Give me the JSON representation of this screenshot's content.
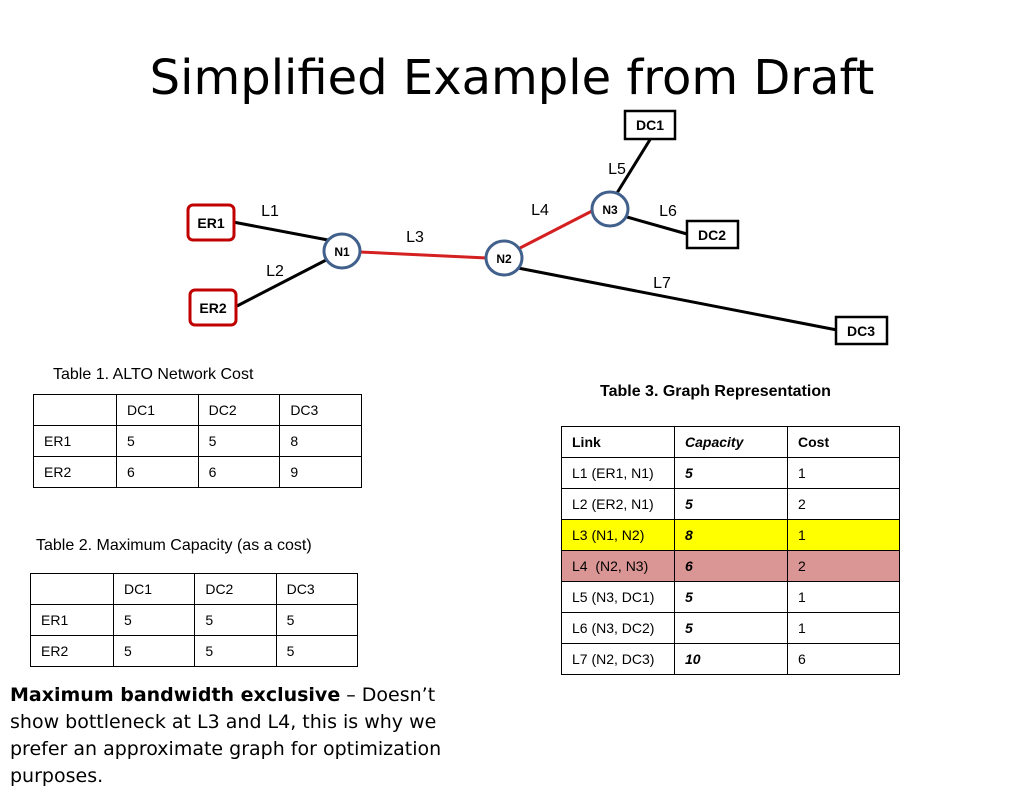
{
  "title": "Simplified Example from Draft",
  "diagram": {
    "nodes": [
      {
        "id": "er1",
        "label": "ER1",
        "kind": "endpoint"
      },
      {
        "id": "er2",
        "label": "ER2",
        "kind": "endpoint"
      },
      {
        "id": "n1",
        "label": "N1",
        "kind": "router"
      },
      {
        "id": "n2",
        "label": "N2",
        "kind": "router"
      },
      {
        "id": "n3",
        "label": "N3",
        "kind": "router"
      },
      {
        "id": "dc1",
        "label": "DC1",
        "kind": "datacenter"
      },
      {
        "id": "dc2",
        "label": "DC2",
        "kind": "datacenter"
      },
      {
        "id": "dc3",
        "label": "DC3",
        "kind": "datacenter"
      }
    ],
    "links": [
      {
        "label": "L1",
        "from": "er1",
        "to": "n1",
        "color": "#000000"
      },
      {
        "label": "L2",
        "from": "er2",
        "to": "n1",
        "color": "#000000"
      },
      {
        "label": "L3",
        "from": "n1",
        "to": "n2",
        "color": "#d42020"
      },
      {
        "label": "L4",
        "from": "n2",
        "to": "n3",
        "color": "#d42020"
      },
      {
        "label": "L5",
        "from": "n3",
        "to": "dc1",
        "color": "#000000"
      },
      {
        "label": "L6",
        "from": "n3",
        "to": "dc2",
        "color": "#000000"
      },
      {
        "label": "L7",
        "from": "n2",
        "to": "dc3",
        "color": "#000000"
      }
    ],
    "colors": {
      "endpoint_border": "#c00000",
      "router_border": "#41608c",
      "link_highlight": "#d42020"
    }
  },
  "table1": {
    "caption": "Table 1. ALTO Network Cost",
    "header": [
      "",
      "DC1",
      "DC2",
      "DC3"
    ],
    "rows": [
      [
        "ER1",
        "5",
        "5",
        "8"
      ],
      [
        "ER2",
        "6",
        "6",
        "9"
      ]
    ]
  },
  "table2": {
    "caption": "Table 2. Maximum Capacity (as a cost)",
    "header": [
      "",
      "DC1",
      "DC2",
      "DC3"
    ],
    "rows": [
      [
        "ER1",
        "5",
        "5",
        "5"
      ],
      [
        "ER2",
        "5",
        "5",
        "5"
      ]
    ]
  },
  "table3": {
    "caption": "Table 3. Graph Representation",
    "header": [
      "Link",
      "Capacity",
      "Cost"
    ],
    "rows": [
      [
        "L1 (ER1, N1)",
        "5",
        "1"
      ],
      [
        "L2 (ER2, N1)",
        "5",
        "2"
      ],
      [
        "L3 (N1, N2)",
        "8",
        "1"
      ],
      [
        "L4  (N2, N3)",
        "6",
        "2"
      ],
      [
        "L5 (N3, DC1)",
        "5",
        "1"
      ],
      [
        "L6 (N3, DC2)",
        "5",
        "1"
      ],
      [
        "L7 (N2, DC3)",
        "10",
        "6"
      ]
    ],
    "highlight": {
      "L3": "#ffff00",
      "L4": "#d99694"
    }
  },
  "note": {
    "bold": "Maximum bandwidth exclusive",
    "rest": " – Doesn’t show bottleneck at L3 and L4, this is why we prefer an approximate graph for optimization purposes."
  }
}
